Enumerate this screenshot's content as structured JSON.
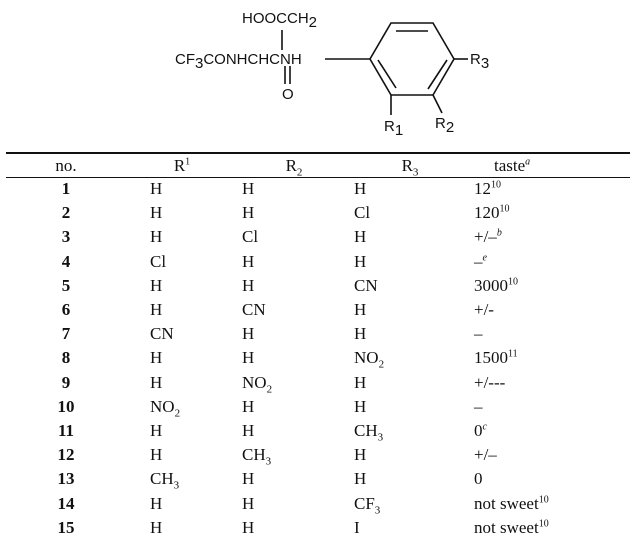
{
  "structure": {
    "top_group": "HOOCCH",
    "top_group_sub": "2",
    "left_group_a": "CF",
    "left_group_a_sub": "3",
    "left_group_b": "CONHCHCNH",
    "carbonyl_o": "O",
    "r3": "R",
    "r3_sub": "3",
    "r1": "R",
    "r1_sub": "1",
    "r2": "R",
    "r2_sub": "2"
  },
  "table": {
    "headers": {
      "no": "no.",
      "r1": "R",
      "r1_sup": "1",
      "r2": "R",
      "r2_sub": "2",
      "r3": "R",
      "r3_sub": "3",
      "taste": "taste",
      "taste_sup": "a"
    },
    "rows": [
      {
        "no": "1",
        "r1": "H",
        "r1_sub": "",
        "r2": "H",
        "r2_sub": "",
        "r3": "H",
        "r3_sub": "",
        "taste": "12",
        "taste_sup": "10",
        "sup_italic": false
      },
      {
        "no": "2",
        "r1": "H",
        "r1_sub": "",
        "r2": "H",
        "r2_sub": "",
        "r3": "Cl",
        "r3_sub": "",
        "taste": "120",
        "taste_sup": "10",
        "sup_italic": false
      },
      {
        "no": "3",
        "r1": "H",
        "r1_sub": "",
        "r2": "Cl",
        "r2_sub": "",
        "r3": "H",
        "r3_sub": "",
        "taste": "+/–",
        "taste_sup": "b",
        "sup_italic": true
      },
      {
        "no": "4",
        "r1": "Cl",
        "r1_sub": "",
        "r2": "H",
        "r2_sub": "",
        "r3": "H",
        "r3_sub": "",
        "taste": "–",
        "taste_sup": "e",
        "sup_italic": true
      },
      {
        "no": "5",
        "r1": "H",
        "r1_sub": "",
        "r2": "H",
        "r2_sub": "",
        "r3": "CN",
        "r3_sub": "",
        "taste": "3000",
        "taste_sup": "10",
        "sup_italic": false
      },
      {
        "no": "6",
        "r1": "H",
        "r1_sub": "",
        "r2": "CN",
        "r2_sub": "",
        "r3": "H",
        "r3_sub": "",
        "taste": "+/-",
        "taste_sup": "",
        "sup_italic": false
      },
      {
        "no": "7",
        "r1": "CN",
        "r1_sub": "",
        "r2": "H",
        "r2_sub": "",
        "r3": "H",
        "r3_sub": "",
        "taste": "–",
        "taste_sup": "",
        "sup_italic": false
      },
      {
        "no": "8",
        "r1": "H",
        "r1_sub": "",
        "r2": "H",
        "r2_sub": "",
        "r3": "NO",
        "r3_sub": "2",
        "taste": "1500",
        "taste_sup": "11",
        "sup_italic": false
      },
      {
        "no": "9",
        "r1": "H",
        "r1_sub": "",
        "r2": "NO",
        "r2_sub": "2",
        "r3": "H",
        "r3_sub": "",
        "taste": "+/---",
        "taste_sup": "",
        "sup_italic": false
      },
      {
        "no": "10",
        "r1": "NO",
        "r1_sub": "2",
        "r2": "H",
        "r2_sub": "",
        "r3": "H",
        "r3_sub": "",
        "taste": "–",
        "taste_sup": "",
        "sup_italic": false
      },
      {
        "no": "11",
        "r1": "H",
        "r1_sub": "",
        "r2": "H",
        "r2_sub": "",
        "r3": "CH",
        "r3_sub": "3",
        "taste": "0",
        "taste_sup": "c",
        "sup_italic": true
      },
      {
        "no": "12",
        "r1": "H",
        "r1_sub": "",
        "r2": "CH",
        "r2_sub": "3",
        "r3": "H",
        "r3_sub": "",
        "taste": "+/–",
        "taste_sup": "",
        "sup_italic": false
      },
      {
        "no": "13",
        "r1": "CH",
        "r1_sub": "3",
        "r2": "H",
        "r2_sub": "",
        "r3": "H",
        "r3_sub": "",
        "taste": "0",
        "taste_sup": "",
        "sup_italic": false
      },
      {
        "no": "14",
        "r1": "H",
        "r1_sub": "",
        "r2": "H",
        "r2_sub": "",
        "r3": "CF",
        "r3_sub": "3",
        "taste": "not sweet",
        "taste_sup": "10",
        "sup_italic": false
      },
      {
        "no": "15",
        "r1": "H",
        "r1_sub": "",
        "r2": "H",
        "r2_sub": "",
        "r3": "I",
        "r3_sub": "",
        "taste": "not sweet",
        "taste_sup": "10",
        "sup_italic": false
      }
    ]
  }
}
